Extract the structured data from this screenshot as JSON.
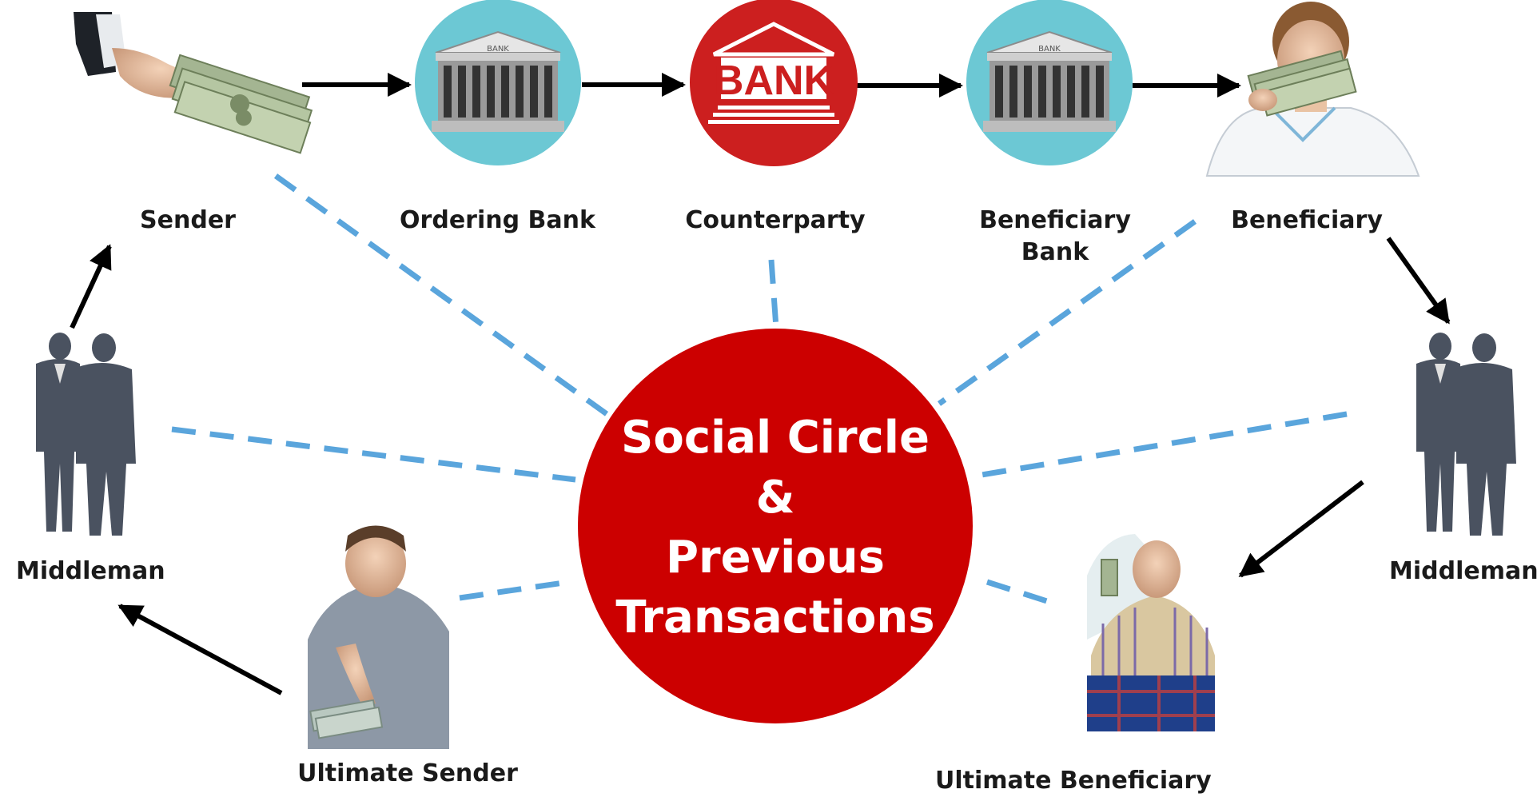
{
  "nodes": {
    "sender": "Sender",
    "ordering_bank": "Ordering Bank",
    "counterparty": "Counterparty",
    "beneficiary_bank_line1": "Beneficiary",
    "beneficiary_bank_line2": "Bank",
    "beneficiary": "Beneficiary",
    "middleman_left": "Middleman",
    "middleman_right": "Middleman",
    "ultimate_sender": "Ultimate Sender",
    "ultimate_beneficiary": "Ultimate Beneficiary"
  },
  "center": {
    "line1": "Social Circle",
    "line2": "&",
    "line3": "Previous",
    "line4": "Transactions"
  },
  "bank_sign_text": "BANK",
  "bank_pediment_text": "BANK",
  "colors": {
    "center_red": "#cc0000",
    "bank_teal": "#6cc8d4",
    "dashed_blue": "#5aa5dc",
    "arrow": "#000000",
    "silhouette": "#4a5260"
  }
}
